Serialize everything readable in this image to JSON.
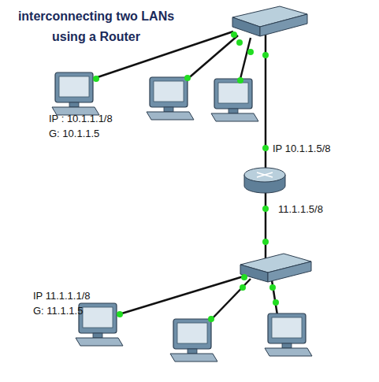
{
  "diagram": {
    "title": "interconnecting two LANs using a Router",
    "nodes": [
      {
        "text": [
          "IP : 10.1.1.1/8",
          "G: 10.1.1.5"
        ]
      },
      {
        "text": [
          "IP 11.1.1.1/8",
          "G: 11.1.1.5"
        ]
      }
    ],
    "labels": [
      "IP 10.1.1.5/8",
      "11.1.1.5/8"
    ]
  }
}
